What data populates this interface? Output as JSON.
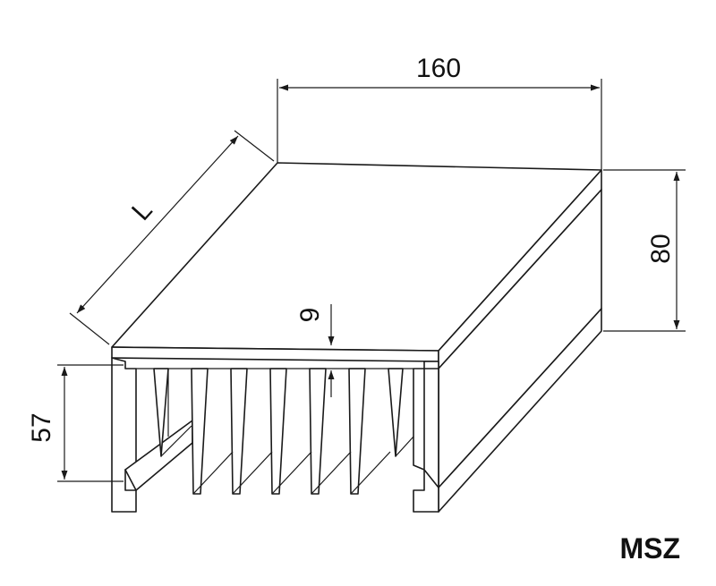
{
  "dimensions": {
    "width": "160",
    "height": "80",
    "length": "L",
    "fin_base": "9",
    "fin_height": "57"
  },
  "model": "MSZ"
}
